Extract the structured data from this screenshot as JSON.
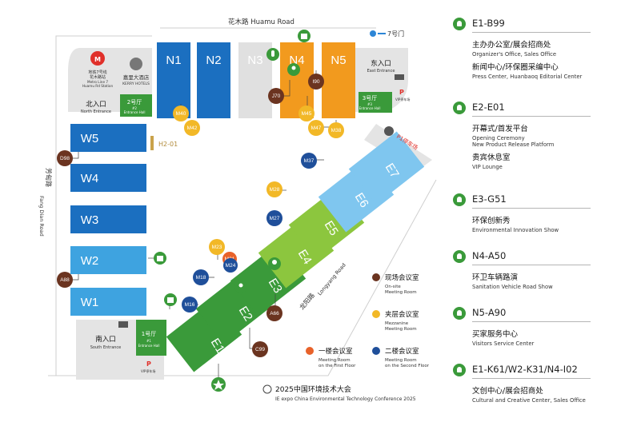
{
  "roads": {
    "top": "花木路  Huamu Road",
    "left_cn": "芳甸路",
    "left_en": "Fang Dian Road",
    "bottom_cn": "龙阳路",
    "bottom_en": "Longyang Road"
  },
  "gate7": "7号门",
  "metro": {
    "cn": "地铁7号线",
    "cn2": "花木路站",
    "en": "Metro Line 7",
    "en2": "Huamu Rd Station"
  },
  "hotel": {
    "cn": "嘉里大酒店",
    "en": "KERRY HOTELS"
  },
  "north_entrance": {
    "cn": "北入口",
    "en": "North Entrance"
  },
  "east_entrance": {
    "cn": "东入口",
    "en": "East Entrance"
  },
  "south_entrance": {
    "cn": "南入口",
    "en": "South Entrance"
  },
  "entrance_halls": [
    {
      "label": "2号厅",
      "sub1": "#2",
      "sub2": "Entrance Hall"
    },
    {
      "label": "3号厅",
      "sub1": "#3",
      "sub2": "Entrance Hall"
    },
    {
      "label": "1号厅",
      "sub1": "#1",
      "sub2": "Entrance Hall"
    }
  ],
  "vip_parking": "VIP停车场",
  "parking_p": "P",
  "p1_parking": "P1停车场",
  "h2": "H2-01",
  "halls": {
    "N1": "N1",
    "N2": "N2",
    "N3": "N3",
    "N4": "N4",
    "N5": "N5",
    "W1": "W1",
    "W2": "W2",
    "W3": "W3",
    "W4": "W4",
    "W5": "W5",
    "E1": "E1",
    "E2": "E2",
    "E3": "E3",
    "E4": "E4",
    "E5": "E5",
    "E6": "E6",
    "E7": "E7"
  },
  "rooms": {
    "D98": "D98",
    "A88": "A88",
    "M40": "M40",
    "M42": "M42",
    "J70": "J70",
    "I90": "I90",
    "M45": "M45",
    "M47": "M47",
    "M38": "M38",
    "M37": "M37",
    "M28": "M28",
    "M27": "M27",
    "M23": "M23",
    "M21": "M21",
    "M24": "M24",
    "M18": "M18",
    "M16": "M16",
    "A66": "A66",
    "C99": "C99"
  },
  "room_legend": [
    {
      "cn": "现场会议室",
      "en1": "On-site",
      "en2": "Meeting Room",
      "color": "#6b3420"
    },
    {
      "cn": "夹层会议室",
      "en1": "Mezzanine",
      "en2": "Meeting Room",
      "color": "#f2b827"
    },
    {
      "cn": "一楼会议室",
      "en1": "Meeting Room",
      "en2": "on the First Floor",
      "color": "#e8622a"
    },
    {
      "cn": "二楼会议室",
      "en1": "Meeting Room",
      "en2": "on the Second Floor",
      "color": "#1f4f9a"
    }
  ],
  "conference": {
    "cn": "2025中国环境技术大会",
    "en": "IE expo China Environmental Technology Conference 2025"
  },
  "hall_legend": [
    {
      "code": "E1-B99",
      "items": [
        {
          "cn": "主办办公室/展会招商处",
          "en": "Organizer's Office, Sales Office"
        },
        {
          "cn": "新闻中心/环保圈采编中心",
          "en": "Press Center, Huanbaoq Editorial Center"
        }
      ]
    },
    {
      "code": "E2-E01",
      "items": [
        {
          "cn": "开幕式/首发平台",
          "en": "Opening Ceremony\nNew Product Release Platform"
        },
        {
          "cn": "贵宾休息室",
          "en": "VIP Lounge"
        }
      ]
    },
    {
      "code": "E3-G51",
      "items": [
        {
          "cn": "环保创新秀",
          "en": "Environmental Innovation Show"
        }
      ]
    },
    {
      "code": "N4-A50",
      "items": [
        {
          "cn": "环卫车辆路演",
          "en": "Sanitation Vehicle Road Show"
        }
      ]
    },
    {
      "code": "N5-A90",
      "items": [
        {
          "cn": "买家服务中心",
          "en": "Visitors Service Center"
        }
      ]
    },
    {
      "code": "E1-K61/W2-K31/N4-I02",
      "items": [
        {
          "cn": "文创中心/展会招商处",
          "en": "Cultural and Creative Center, Sales Office"
        }
      ]
    }
  ],
  "colors": {
    "west_blue": "#1b6fc0",
    "light_blue": "#3ea3e0",
    "north_blue": "#1b6fc0",
    "orange": "#f29a1e",
    "green": "#3a9a3a",
    "light_green": "#8cc63e",
    "sky": "#7fc6ef",
    "grey": "#e0e0e0"
  }
}
